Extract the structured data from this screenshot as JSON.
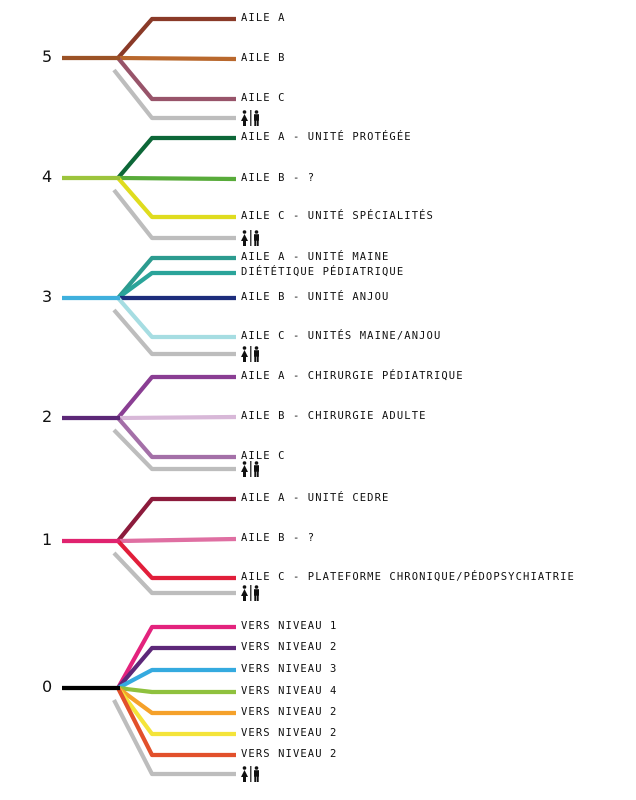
{
  "levels": [
    {
      "number": "5",
      "color": "#9b5226",
      "branches": [
        {
          "label": "AILE A",
          "color": "#8a3a28"
        },
        {
          "label": "AILE B",
          "color": "#b9682d"
        },
        {
          "label": "AILE C",
          "color": "#98546a"
        }
      ],
      "restroom_icon": "restroom-icon"
    },
    {
      "number": "4",
      "color": "#9cc43c",
      "branches": [
        {
          "label": "AILE A - UNITÉ PROTÉGÉE",
          "color": "#0d6738"
        },
        {
          "label": "AILE B - ?",
          "color": "#58ab3a"
        },
        {
          "label": "AILE C - UNITÉ SPÉCIALITÉS",
          "color": "#dfdc1f"
        }
      ],
      "restroom_icon": "restroom-icon"
    },
    {
      "number": "3",
      "color": "#3fb0dd",
      "branches": [
        {
          "label": "AILE A - UNITÉ MAINE",
          "color": "#2c9b8f"
        },
        {
          "label": "DIÉTÉTIQUE PÉDIATRIQUE",
          "color": "#2aa49a"
        },
        {
          "label": "AILE B - UNITÉ ANJOU",
          "color": "#1d2d7c"
        },
        {
          "label": "AILE C - UNITÉS MAINE/ANJOU",
          "color": "#a6dde2"
        }
      ],
      "restroom_icon": "restroom-icon"
    },
    {
      "number": "2",
      "color": "#5c2777",
      "branches": [
        {
          "label": "AILE A - CHIRURGIE PÉDIATRIQUE",
          "color": "#8a3e93"
        },
        {
          "label": "AILE B - CHIRURGIE ADULTE",
          "color": "#d8b8d8"
        },
        {
          "label": "AILE C",
          "color": "#a470a8"
        }
      ],
      "restroom_icon": "restroom-icon"
    },
    {
      "number": "1",
      "color": "#e0236f",
      "branches": [
        {
          "label": "AILE A - UNITÉ CEDRE",
          "color": "#8c1b3c"
        },
        {
          "label": "AILE B - ?",
          "color": "#df6fa2"
        },
        {
          "label": "AILE C - PLATEFORME CHRONIQUE/PÉDOPSYCHIATRIE",
          "color": "#e11e3a"
        }
      ],
      "restroom_icon": "restroom-icon"
    },
    {
      "number": "0",
      "color": "#000000",
      "branches": [
        {
          "label": "VERS NIVEAU 1",
          "color": "#e3237d"
        },
        {
          "label": "VERS NIVEAU 2",
          "color": "#5d2879"
        },
        {
          "label": "VERS NIVEAU 3",
          "color": "#35aadf"
        },
        {
          "label": "VERS NIVEAU 4",
          "color": "#8fc13e"
        },
        {
          "label": "VERS NIVEAU 2",
          "color": "#f5a12a"
        },
        {
          "label": "VERS NIVEAU 2",
          "color": "#f4e43a"
        },
        {
          "label": "VERS NIVEAU 2",
          "color": "#e2502b"
        }
      ],
      "restroom_icon": "restroom-icon"
    }
  ],
  "restroom_color": "#bdbdbd"
}
